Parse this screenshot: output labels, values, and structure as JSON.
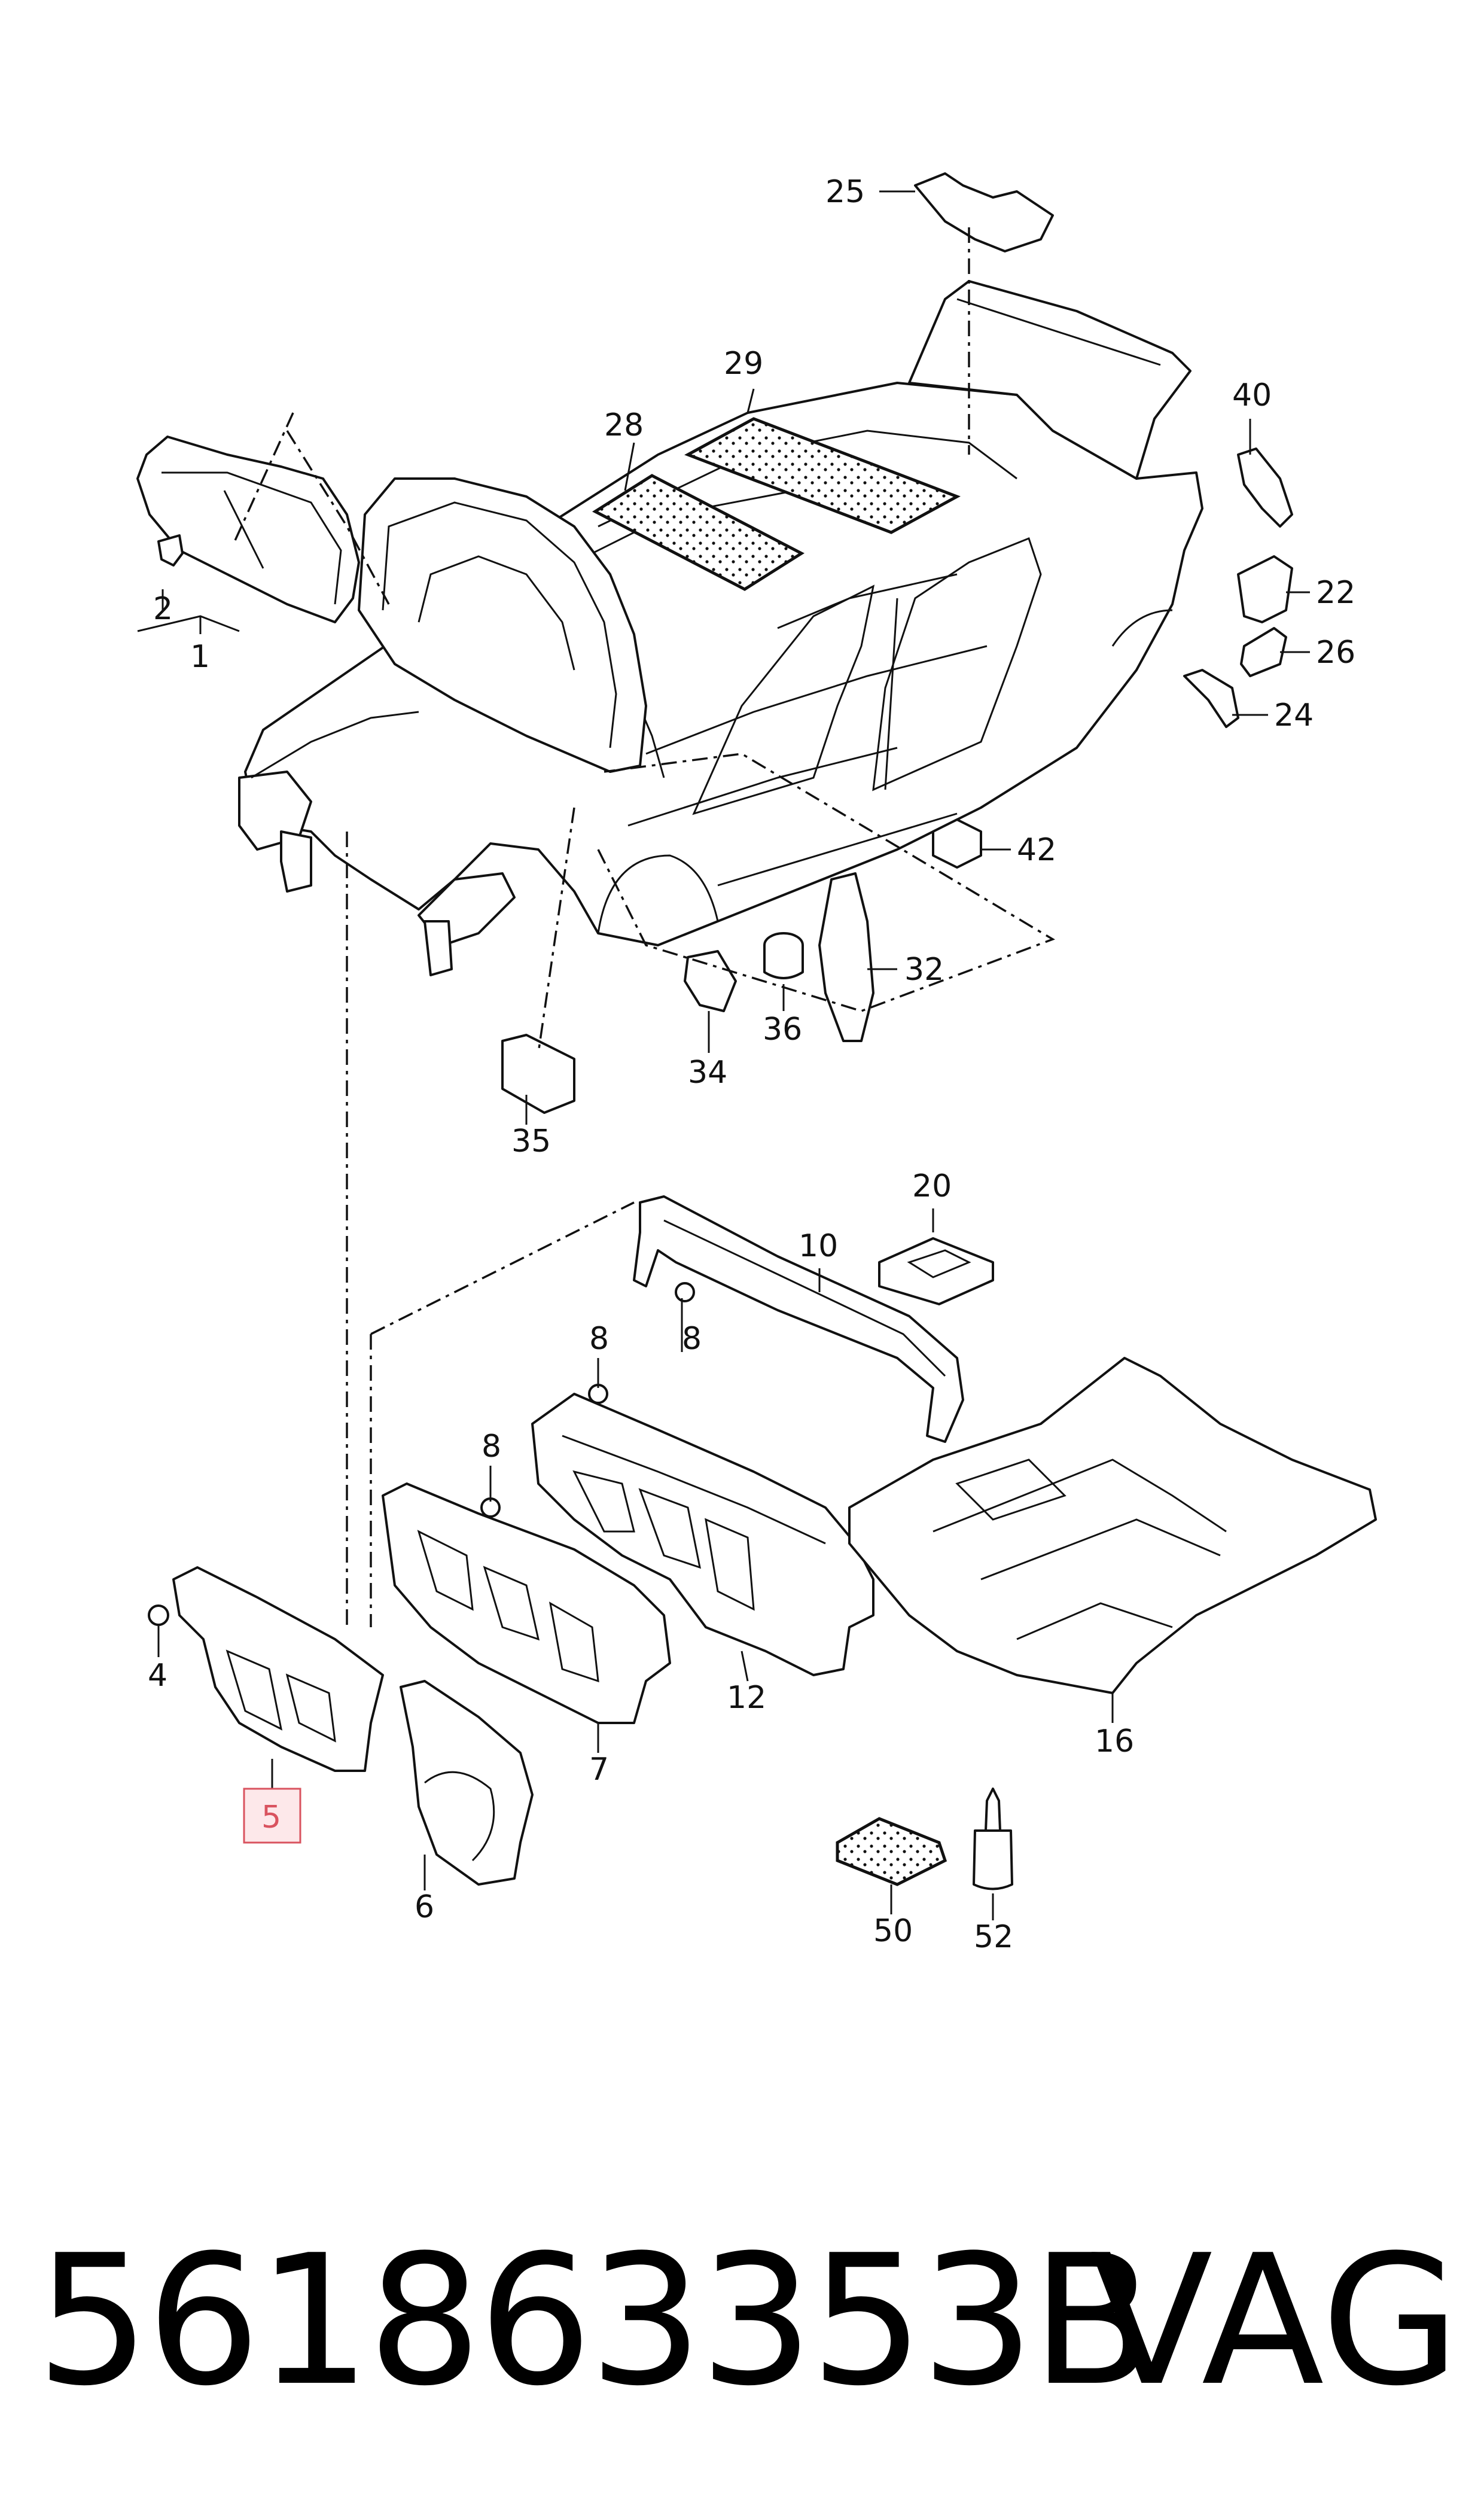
{
  "callouts": {
    "c1": "1",
    "c2": "2",
    "c4": "4",
    "c5": "5",
    "c6": "6",
    "c7": "7",
    "c8a": "8",
    "c8b": "8",
    "c8c": "8",
    "c10": "10",
    "c12": "12",
    "c16": "16",
    "c20": "20",
    "c22": "22",
    "c24": "24",
    "c25": "25",
    "c26": "26",
    "c28": "28",
    "c29": "29",
    "c32": "32",
    "c34": "34",
    "c35": "35",
    "c36": "36",
    "c40": "40",
    "c42": "42",
    "c50": "50",
    "c52": "52"
  },
  "highlighted_callout": "5",
  "colors": {
    "line": "#111111",
    "highlight_border": "#d9535f",
    "highlight_fill": "#fde8ea"
  },
  "footer": {
    "part_number": "561863353B",
    "brand": "VAG"
  }
}
